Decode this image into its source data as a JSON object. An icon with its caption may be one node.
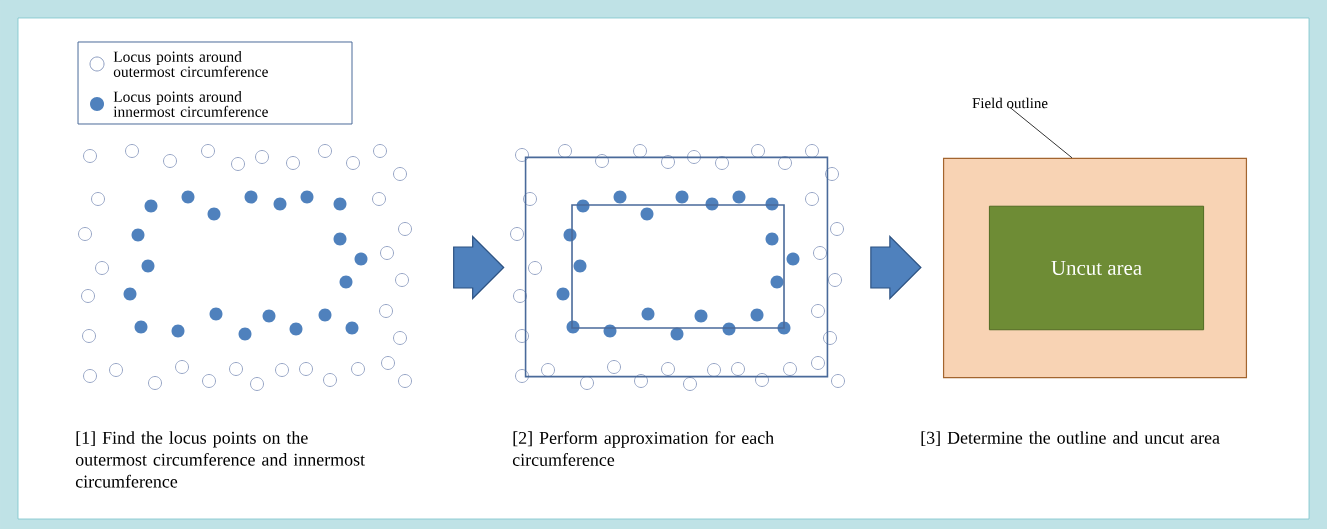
{
  "diagram": {
    "nodes": [
      {
        "text": [],
        "shape": "dots"
      },
      {
        "text": [],
        "shape": "box"
      },
      {
        "text": [
          "Field outline"
        ]
      },
      {
        "text": [],
        "shape": "box"
      },
      {
        "text": [
          "Uncut area"
        ],
        "in": 3
      }
    ],
    "edges": [
      {
        "from": 0,
        "to": 1,
        "arrow": "to"
      },
      {
        "from": 1,
        "to": 3,
        "arrow": "to"
      },
      {
        "from": 2,
        "to": 3,
        "arrow": "none"
      }
    ],
    "labels": [
      "[1] Find the locus points on the outermost circumference and innermost circumference",
      "[2] Perform approximation for each circumference",
      "[3] Determine the outline and uncut area"
    ],
    "legend": [
      {
        "text": "Locus points around outermost circumference"
      },
      {
        "text": "Locus points around innermost circumference"
      }
    ]
  }
}
